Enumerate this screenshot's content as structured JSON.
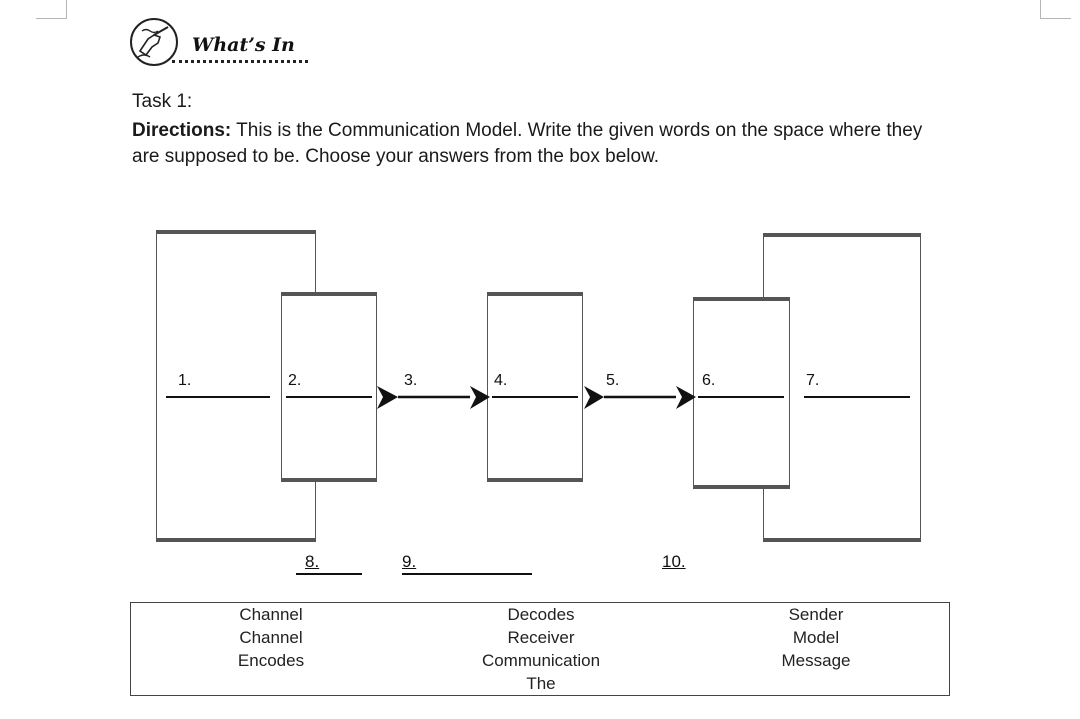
{
  "header": {
    "section_title": "What’s In",
    "icon": "hand-writing-icon"
  },
  "task": {
    "label": "Task 1:",
    "directions_label": "Directions:",
    "directions_text": " This is the Communication Model. Write the given words on the space where they are supposed to be. Choose your answers from the box below."
  },
  "diagram": {
    "numbers": [
      "1.",
      "2.",
      "3.",
      "4.",
      "5.",
      "6.",
      "7."
    ],
    "bottom_numbers": [
      "8.",
      "9.",
      "10."
    ]
  },
  "answer_box": {
    "col1": [
      "Channel",
      "Channel",
      "Encodes"
    ],
    "col2": [
      "Decodes",
      "Receiver",
      "Communication",
      "The"
    ],
    "col3": [
      "Sender",
      "Model",
      "Message"
    ]
  }
}
